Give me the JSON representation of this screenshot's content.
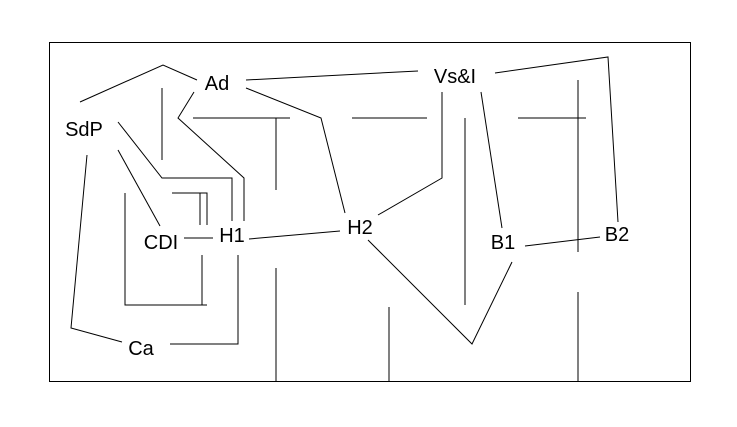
{
  "nodes": {
    "ad": "Ad",
    "vsi": "Vs&I",
    "sdp": "SdP",
    "cdi": "CDI",
    "h1": "H1",
    "h2": "H2",
    "b1": "B1",
    "b2": "B2",
    "ca": "Ca"
  },
  "colors": {
    "line": "#000000",
    "background": "#ffffff"
  }
}
